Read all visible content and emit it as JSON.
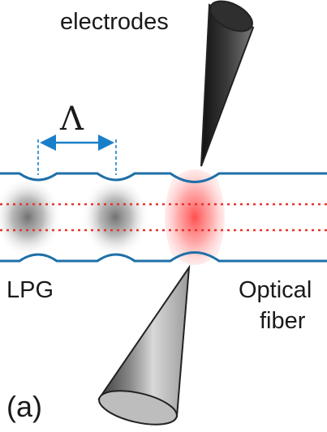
{
  "labels": {
    "electrodes": "electrodes",
    "period": "Λ",
    "lpg": "LPG",
    "optical_line1": "Optical",
    "optical_line2": "fiber",
    "panel": "(a)"
  },
  "colors": {
    "fiber": "#1f6fa8",
    "core": "#e8322a",
    "arrow": "#1a7fc9",
    "electrode_dark": "#2a2a2a",
    "hot_zone": "#ff6a6a"
  },
  "icons": {
    "top_electrode": "cone-electrode",
    "bottom_electrode": "cone-electrode",
    "grating_periods": "blurred-index-modulation"
  }
}
